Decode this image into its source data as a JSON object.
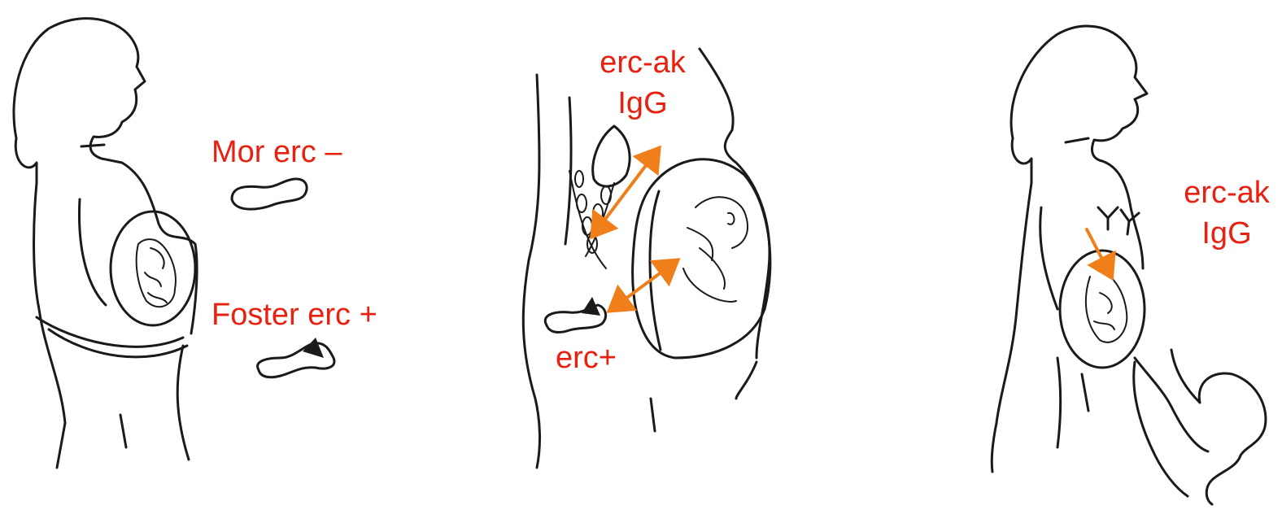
{
  "colors": {
    "label": "#e8200f",
    "arrow": "#f07f1a",
    "ink": "#1a1a1a",
    "background": "#ffffff"
  },
  "panel_left": {
    "mother_label": "Mor erc –",
    "fetus_label": "Foster erc +"
  },
  "panel_middle": {
    "antibody_label_line1": "erc-ak",
    "antibody_label_line2": "IgG",
    "cell_label": "erc+"
  },
  "panel_right": {
    "antibody_label_line1": "erc-ak",
    "antibody_label_line2": "IgG"
  }
}
